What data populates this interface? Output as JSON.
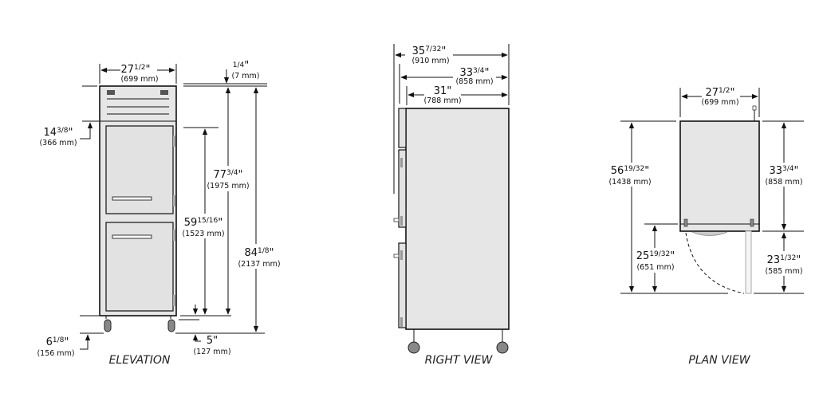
{
  "views": {
    "elevation": {
      "label": "ELEVATION",
      "dims": {
        "width": {
          "whole": "27",
          "frac": "1/2",
          "mm": "(699 mm)"
        },
        "top_gap": {
          "whole": "",
          "frac": "1/4",
          "mm": "(7 mm)"
        },
        "grille": {
          "whole": "14",
          "frac": "3/8",
          "mm": "(366 mm)"
        },
        "cabinet_height": {
          "whole": "77",
          "frac": "3/4",
          "mm": "(1975 mm)"
        },
        "door_height": {
          "whole": "59",
          "frac": "15/16",
          "mm": "(1523 mm)"
        },
        "overall_height": {
          "whole": "84",
          "frac": "1/8",
          "mm": "(2137 mm)"
        },
        "caster_height": {
          "whole": "6",
          "frac": "1/8",
          "mm": "(156 mm)"
        },
        "floor_clearance": {
          "whole": "5",
          "frac": "",
          "mm": "(127 mm)"
        }
      }
    },
    "right_view": {
      "label": "RIGHT VIEW",
      "dims": {
        "overall_depth": {
          "whole": "35",
          "frac": "7/32",
          "mm": "(910 mm)"
        },
        "depth_with_door": {
          "whole": "33",
          "frac": "3/4",
          "mm": "(858 mm)"
        },
        "cabinet_depth": {
          "whole": "31",
          "frac": "",
          "mm": "(788 mm)"
        }
      }
    },
    "plan_view": {
      "label": "PLAN VIEW",
      "dims": {
        "width": {
          "whole": "27",
          "frac": "1/2",
          "mm": "(699 mm)"
        },
        "total_depth_door_open": {
          "whole": "56",
          "frac": "19/32",
          "mm": "(1438 mm)"
        },
        "depth": {
          "whole": "33",
          "frac": "3/4",
          "mm": "(858 mm)"
        },
        "door_swing": {
          "whole": "25",
          "frac": "19/32",
          "mm": "(651 mm)"
        },
        "door_clearance": {
          "whole": "23",
          "frac": "1/32",
          "mm": "(585 mm)"
        }
      }
    }
  },
  "inch_mark": "\""
}
